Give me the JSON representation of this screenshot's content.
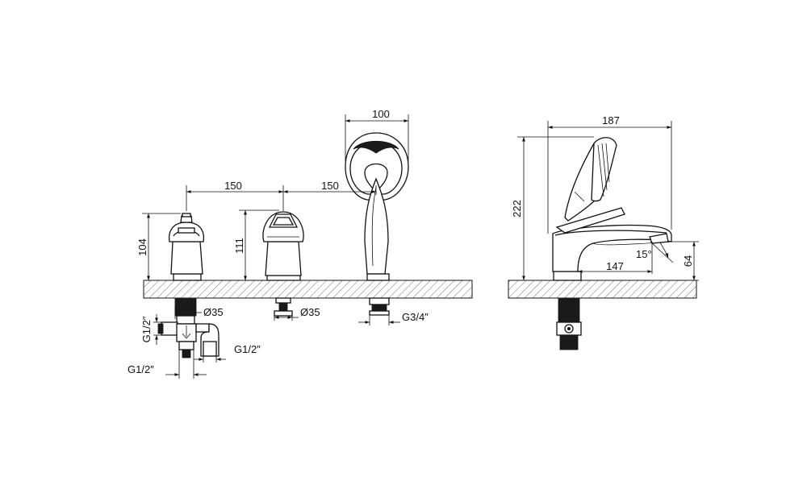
{
  "labels": {
    "pitch_left": "150",
    "pitch_right": "150",
    "handle_height": "104",
    "valve_height": "111",
    "handshower_width": "100",
    "diameter_handle": "Ø35",
    "diameter_valve": "Ø35",
    "thread_hose": "G3/4″",
    "thread_inlet_vertical": "G1/2″",
    "thread_outlet": "G1/2″",
    "thread_inlet_bottom": "G1/2″",
    "spout_width": "187",
    "spout_height": "222",
    "spout_reach": "147",
    "spout_outlet_height": "64",
    "spout_angle": "15°"
  },
  "colors": {
    "line": "#111111",
    "background": "#ffffff"
  }
}
